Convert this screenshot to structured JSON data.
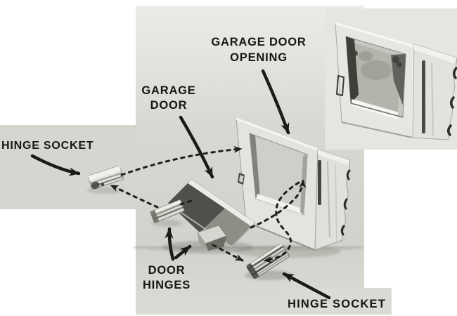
{
  "figure": {
    "type": "exploded-assembly-photo-diagram",
    "subject": "Toy garage door assembly instructions",
    "labels": {
      "hinge_socket_left": "HINGE SOCKET",
      "garage_door_opening": [
        "GARAGE DOOR",
        "OPENING"
      ],
      "garage_door": [
        "GARAGE",
        "DOOR"
      ],
      "door_hinges": [
        "DOOR",
        "HINGES"
      ],
      "hinge_socket_bottom": "HINGE SOCKET"
    },
    "parts": [
      "garage-door-opening-frame",
      "garage-door-panel",
      "door-hinge-upper",
      "door-hinge-lower",
      "hinge-socket-left",
      "hinge-socket-bottom",
      "assembled-garage-door-inset"
    ],
    "colors": {
      "photo_background": "#d6d6d1",
      "inset_background": "#e5e5e1",
      "label_text": "#161614",
      "arrow": "#1a1a18",
      "door_dark_face": "#504f4b",
      "part_light": "#e3e3dd"
    }
  }
}
